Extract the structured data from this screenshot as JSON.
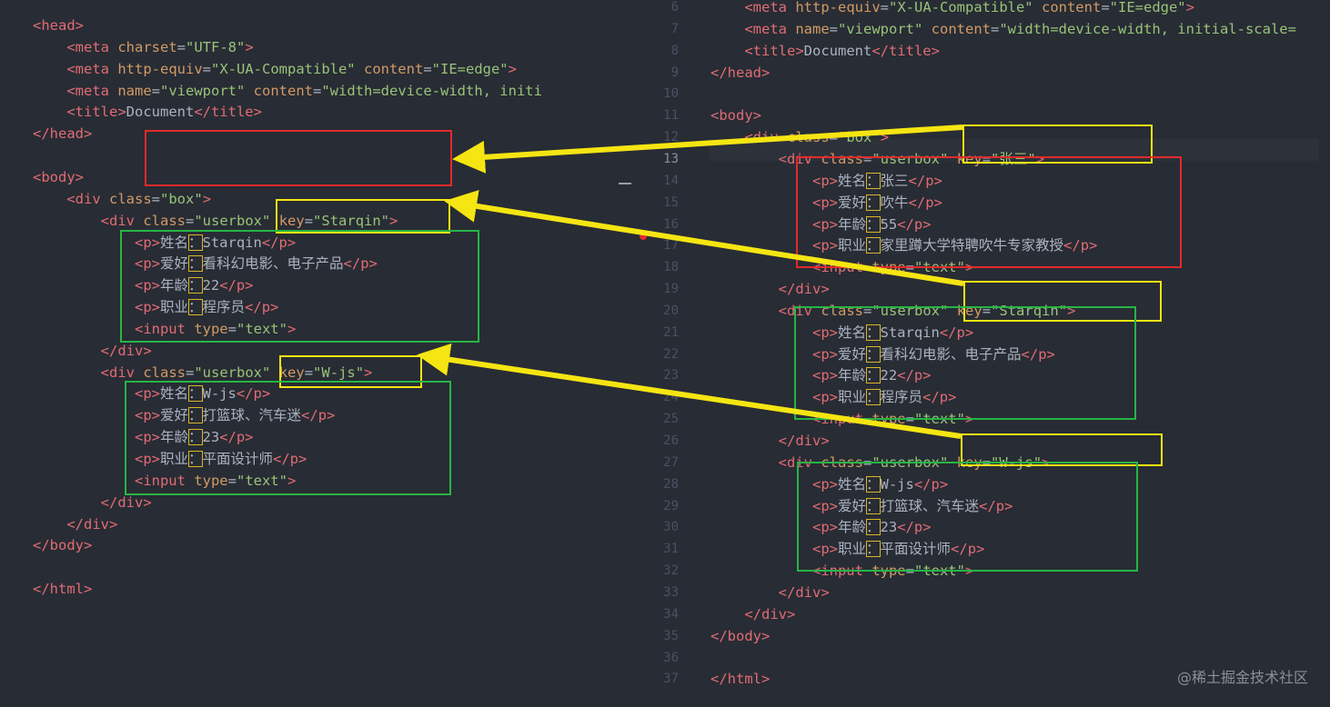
{
  "left": {
    "lines": [
      [
        [
          "tag",
          "<head>"
        ]
      ],
      [
        [
          "ind",
          "    "
        ],
        [
          "tag",
          "<meta "
        ],
        [
          "attr",
          "charset"
        ],
        [
          "punc",
          "="
        ],
        [
          "str",
          "\"UTF-8\""
        ],
        [
          "tag",
          ">"
        ]
      ],
      [
        [
          "ind",
          "    "
        ],
        [
          "tag",
          "<meta "
        ],
        [
          "attr",
          "http-equiv"
        ],
        [
          "punc",
          "="
        ],
        [
          "str",
          "\"X-UA-Compatible\""
        ],
        [
          "text",
          " "
        ],
        [
          "attr",
          "content"
        ],
        [
          "punc",
          "="
        ],
        [
          "str",
          "\"IE=edge\""
        ],
        [
          "tag",
          ">"
        ]
      ],
      [
        [
          "ind",
          "    "
        ],
        [
          "tag",
          "<meta "
        ],
        [
          "attr",
          "name"
        ],
        [
          "punc",
          "="
        ],
        [
          "str",
          "\"viewport\""
        ],
        [
          "text",
          " "
        ],
        [
          "attr",
          "content"
        ],
        [
          "punc",
          "="
        ],
        [
          "str",
          "\"width=device-width, initi"
        ]
      ],
      [
        [
          "ind",
          "    "
        ],
        [
          "tag",
          "<title>"
        ],
        [
          "text",
          "Document"
        ],
        [
          "tag",
          "</title>"
        ]
      ],
      [
        [
          "tag",
          "</head>"
        ]
      ],
      [],
      [
        [
          "tag",
          "<body>"
        ]
      ],
      [
        [
          "ind",
          "    "
        ],
        [
          "tag",
          "<div "
        ],
        [
          "attr",
          "class"
        ],
        [
          "punc",
          "="
        ],
        [
          "str",
          "\"box\""
        ],
        [
          "tag",
          ">"
        ]
      ],
      [
        [
          "ind",
          "        "
        ],
        [
          "tag",
          "<div "
        ],
        [
          "attr",
          "class"
        ],
        [
          "punc",
          "="
        ],
        [
          "str",
          "\"userbox\""
        ],
        [
          "text",
          " "
        ],
        [
          "attr",
          "key"
        ],
        [
          "punc",
          "="
        ],
        [
          "str",
          "\"Starqin\""
        ],
        [
          "tag",
          ">"
        ]
      ],
      [
        [
          "ind",
          "            "
        ],
        [
          "tag",
          "<p>"
        ],
        [
          "text",
          "姓名"
        ],
        [
          "colon",
          "："
        ],
        [
          "text",
          "Starqin"
        ],
        [
          "tag",
          "</p>"
        ]
      ],
      [
        [
          "ind",
          "            "
        ],
        [
          "tag",
          "<p>"
        ],
        [
          "text",
          "爱好"
        ],
        [
          "colon",
          "："
        ],
        [
          "text",
          "看科幻电影、电子产品"
        ],
        [
          "tag",
          "</p>"
        ]
      ],
      [
        [
          "ind",
          "            "
        ],
        [
          "tag",
          "<p>"
        ],
        [
          "text",
          "年龄"
        ],
        [
          "colon",
          "："
        ],
        [
          "text",
          "22"
        ],
        [
          "tag",
          "</p>"
        ]
      ],
      [
        [
          "ind",
          "            "
        ],
        [
          "tag",
          "<p>"
        ],
        [
          "text",
          "职业"
        ],
        [
          "colon",
          "："
        ],
        [
          "text",
          "程序员"
        ],
        [
          "tag",
          "</p>"
        ]
      ],
      [
        [
          "ind",
          "            "
        ],
        [
          "tag",
          "<input "
        ],
        [
          "attr",
          "type"
        ],
        [
          "punc",
          "="
        ],
        [
          "str",
          "\"text\""
        ],
        [
          "tag",
          ">"
        ]
      ],
      [
        [
          "ind",
          "        "
        ],
        [
          "tag",
          "</div>"
        ]
      ],
      [
        [
          "ind",
          "        "
        ],
        [
          "tag",
          "<div "
        ],
        [
          "attr",
          "class"
        ],
        [
          "punc",
          "="
        ],
        [
          "str",
          "\"userbox\""
        ],
        [
          "text",
          " "
        ],
        [
          "attr",
          "key"
        ],
        [
          "punc",
          "="
        ],
        [
          "str",
          "\"W-js\""
        ],
        [
          "tag",
          ">"
        ]
      ],
      [
        [
          "ind",
          "            "
        ],
        [
          "tag",
          "<p>"
        ],
        [
          "text",
          "姓名"
        ],
        [
          "colon",
          "："
        ],
        [
          "text",
          "W-js"
        ],
        [
          "tag",
          "</p>"
        ]
      ],
      [
        [
          "ind",
          "            "
        ],
        [
          "tag",
          "<p>"
        ],
        [
          "text",
          "爱好"
        ],
        [
          "colon",
          "："
        ],
        [
          "text",
          "打篮球、汽车迷"
        ],
        [
          "tag",
          "</p>"
        ]
      ],
      [
        [
          "ind",
          "            "
        ],
        [
          "tag",
          "<p>"
        ],
        [
          "text",
          "年龄"
        ],
        [
          "colon",
          "："
        ],
        [
          "text",
          "23"
        ],
        [
          "tag",
          "</p>"
        ]
      ],
      [
        [
          "ind",
          "            "
        ],
        [
          "tag",
          "<p>"
        ],
        [
          "text",
          "职业"
        ],
        [
          "colon",
          "："
        ],
        [
          "text",
          "平面设计师"
        ],
        [
          "tag",
          "</p>"
        ]
      ],
      [
        [
          "ind",
          "            "
        ],
        [
          "tag",
          "<input "
        ],
        [
          "attr",
          "type"
        ],
        [
          "punc",
          "="
        ],
        [
          "str",
          "\"text\""
        ],
        [
          "tag",
          ">"
        ]
      ],
      [
        [
          "ind",
          "        "
        ],
        [
          "tag",
          "</div>"
        ]
      ],
      [
        [
          "ind",
          "    "
        ],
        [
          "tag",
          "</div>"
        ]
      ],
      [
        [
          "tag",
          "</body>"
        ]
      ],
      [],
      [
        [
          "tag",
          "</html>"
        ]
      ]
    ]
  },
  "right": {
    "line_numbers": [
      "6",
      "7",
      "8",
      "9",
      "10",
      "11",
      "12",
      "13",
      "14",
      "15",
      "16",
      "17",
      "18",
      "19",
      "20",
      "21",
      "22",
      "23",
      "24",
      "25",
      "26",
      "27",
      "28",
      "29",
      "30",
      "31",
      "32",
      "33",
      "34",
      "35",
      "36",
      "37"
    ],
    "lines": [
      [
        [
          "ind",
          "    "
        ],
        [
          "tag",
          "<meta "
        ],
        [
          "attr",
          "http-equiv"
        ],
        [
          "punc",
          "="
        ],
        [
          "str",
          "\"X-UA-Compatible\""
        ],
        [
          "text",
          " "
        ],
        [
          "attr",
          "content"
        ],
        [
          "punc",
          "="
        ],
        [
          "str",
          "\"IE=edge\""
        ],
        [
          "tag",
          ">"
        ]
      ],
      [
        [
          "ind",
          "    "
        ],
        [
          "tag",
          "<meta "
        ],
        [
          "attr",
          "name"
        ],
        [
          "punc",
          "="
        ],
        [
          "str",
          "\"viewport\""
        ],
        [
          "text",
          " "
        ],
        [
          "attr",
          "content"
        ],
        [
          "punc",
          "="
        ],
        [
          "str",
          "\"width=device-width, initial-scale="
        ]
      ],
      [
        [
          "ind",
          "    "
        ],
        [
          "tag",
          "<title>"
        ],
        [
          "text",
          "Document"
        ],
        [
          "tag",
          "</title>"
        ]
      ],
      [
        [
          "tag",
          "</head>"
        ]
      ],
      [],
      [
        [
          "tag",
          "<body>"
        ]
      ],
      [
        [
          "ind",
          "    "
        ],
        [
          "tag",
          "<div "
        ],
        [
          "attr",
          "class"
        ],
        [
          "punc",
          "="
        ],
        [
          "str",
          "\"box\""
        ],
        [
          "tag",
          ">"
        ]
      ],
      [
        [
          "ind",
          "        "
        ],
        [
          "tag",
          "<div "
        ],
        [
          "attr",
          "class"
        ],
        [
          "punc",
          "="
        ],
        [
          "str",
          "\"userbox\""
        ],
        [
          "text",
          " "
        ],
        [
          "attr",
          "key"
        ],
        [
          "punc",
          "="
        ],
        [
          "str",
          "\"张三\""
        ],
        [
          "tag",
          ">"
        ]
      ],
      [
        [
          "ind",
          "            "
        ],
        [
          "tag",
          "<p>"
        ],
        [
          "text",
          "姓名"
        ],
        [
          "colon",
          "："
        ],
        [
          "text",
          "张三"
        ],
        [
          "tag",
          "</p>"
        ]
      ],
      [
        [
          "ind",
          "            "
        ],
        [
          "tag",
          "<p>"
        ],
        [
          "text",
          "爱好"
        ],
        [
          "colon",
          "："
        ],
        [
          "text",
          "吹牛"
        ],
        [
          "tag",
          "</p>"
        ]
      ],
      [
        [
          "ind",
          "            "
        ],
        [
          "tag",
          "<p>"
        ],
        [
          "text",
          "年龄"
        ],
        [
          "colon",
          "："
        ],
        [
          "text",
          "55"
        ],
        [
          "tag",
          "</p>"
        ]
      ],
      [
        [
          "ind",
          "            "
        ],
        [
          "tag",
          "<p>"
        ],
        [
          "text",
          "职业"
        ],
        [
          "colon",
          "："
        ],
        [
          "text",
          "家里蹲大学特聘吹牛专家教授"
        ],
        [
          "tag",
          "</p>"
        ]
      ],
      [
        [
          "ind",
          "            "
        ],
        [
          "tag",
          "<input "
        ],
        [
          "attr",
          "type"
        ],
        [
          "punc",
          "="
        ],
        [
          "str",
          "\"text\""
        ],
        [
          "tag",
          ">"
        ]
      ],
      [
        [
          "ind",
          "        "
        ],
        [
          "tag",
          "</div>"
        ]
      ],
      [
        [
          "ind",
          "        "
        ],
        [
          "tag",
          "<div "
        ],
        [
          "attr",
          "class"
        ],
        [
          "punc",
          "="
        ],
        [
          "str",
          "\"userbox\""
        ],
        [
          "text",
          " "
        ],
        [
          "attr",
          "key"
        ],
        [
          "punc",
          "="
        ],
        [
          "str",
          "\"Starqin\""
        ],
        [
          "tag",
          ">"
        ]
      ],
      [
        [
          "ind",
          "            "
        ],
        [
          "tag",
          "<p>"
        ],
        [
          "text",
          "姓名"
        ],
        [
          "colon",
          "："
        ],
        [
          "text",
          "Starqin"
        ],
        [
          "tag",
          "</p>"
        ]
      ],
      [
        [
          "ind",
          "            "
        ],
        [
          "tag",
          "<p>"
        ],
        [
          "text",
          "爱好"
        ],
        [
          "colon",
          "："
        ],
        [
          "text",
          "看科幻电影、电子产品"
        ],
        [
          "tag",
          "</p>"
        ]
      ],
      [
        [
          "ind",
          "            "
        ],
        [
          "tag",
          "<p>"
        ],
        [
          "text",
          "年龄"
        ],
        [
          "colon",
          "："
        ],
        [
          "text",
          "22"
        ],
        [
          "tag",
          "</p>"
        ]
      ],
      [
        [
          "ind",
          "            "
        ],
        [
          "tag",
          "<p>"
        ],
        [
          "text",
          "职业"
        ],
        [
          "colon",
          "："
        ],
        [
          "text",
          "程序员"
        ],
        [
          "tag",
          "</p>"
        ]
      ],
      [
        [
          "ind",
          "            "
        ],
        [
          "tag",
          "<input "
        ],
        [
          "attr",
          "type"
        ],
        [
          "punc",
          "="
        ],
        [
          "str",
          "\"text\""
        ],
        [
          "tag",
          ">"
        ]
      ],
      [
        [
          "ind",
          "        "
        ],
        [
          "tag",
          "</div>"
        ]
      ],
      [
        [
          "ind",
          "        "
        ],
        [
          "tag",
          "<div "
        ],
        [
          "attr",
          "class"
        ],
        [
          "punc",
          "="
        ],
        [
          "str",
          "\"userbox\""
        ],
        [
          "text",
          " "
        ],
        [
          "attr",
          "key"
        ],
        [
          "punc",
          "="
        ],
        [
          "str",
          "\"W-js\""
        ],
        [
          "tag",
          ">"
        ]
      ],
      [
        [
          "ind",
          "            "
        ],
        [
          "tag",
          "<p>"
        ],
        [
          "text",
          "姓名"
        ],
        [
          "colon",
          "："
        ],
        [
          "text",
          "W-js"
        ],
        [
          "tag",
          "</p>"
        ]
      ],
      [
        [
          "ind",
          "            "
        ],
        [
          "tag",
          "<p>"
        ],
        [
          "text",
          "爱好"
        ],
        [
          "colon",
          "："
        ],
        [
          "text",
          "打篮球、汽车迷"
        ],
        [
          "tag",
          "</p>"
        ]
      ],
      [
        [
          "ind",
          "            "
        ],
        [
          "tag",
          "<p>"
        ],
        [
          "text",
          "年龄"
        ],
        [
          "colon",
          "："
        ],
        [
          "text",
          "23"
        ],
        [
          "tag",
          "</p>"
        ]
      ],
      [
        [
          "ind",
          "            "
        ],
        [
          "tag",
          "<p>"
        ],
        [
          "text",
          "职业"
        ],
        [
          "colon",
          "："
        ],
        [
          "text",
          "平面设计师"
        ],
        [
          "tag",
          "</p>"
        ]
      ],
      [
        [
          "ind",
          "            "
        ],
        [
          "tag",
          "<input "
        ],
        [
          "attr",
          "type"
        ],
        [
          "punc",
          "="
        ],
        [
          "str",
          "\"text\""
        ],
        [
          "tag",
          ">"
        ]
      ],
      [
        [
          "ind",
          "        "
        ],
        [
          "tag",
          "</div>"
        ]
      ],
      [
        [
          "ind",
          "    "
        ],
        [
          "tag",
          "</div>"
        ]
      ],
      [
        [
          "tag",
          "</body>"
        ]
      ],
      [],
      [
        [
          "tag",
          "</html>"
        ]
      ]
    ]
  },
  "watermark": "@稀土掘金技术社区",
  "colors": {
    "background": "#282c34",
    "tag": "#e06c75",
    "attribute": "#d19a66",
    "string": "#98c379",
    "text": "#abb2bf",
    "annotation_red": "#e22b2b",
    "annotation_yellow": "#f5e512",
    "annotation_green": "#26b545"
  }
}
